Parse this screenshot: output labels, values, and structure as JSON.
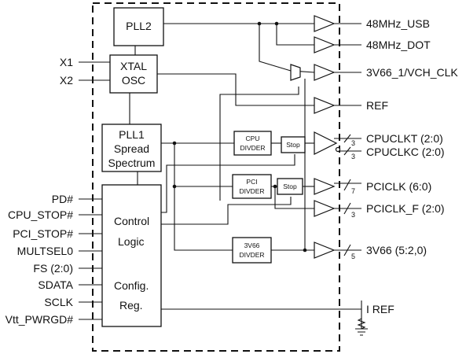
{
  "blocks": {
    "pll2": "PLL2",
    "xtal_line1": "XTAL",
    "xtal_line2": "OSC",
    "pll1_line1": "PLL1",
    "pll1_line2": "Spread",
    "pll1_line3": "Spectrum",
    "cpu_div_line1": "CPU",
    "cpu_div_line2": "DIVDER",
    "pci_div_line1": "PCI",
    "pci_div_line2": "DIVDER",
    "v66_div_line1": "3V66",
    "v66_div_line2": "DIVDER",
    "stop_cpu": "Stop",
    "stop_pci": "Stop",
    "control_line1": "Control",
    "control_line2": "Logic",
    "config_line1": "Config.",
    "config_line2": "Reg."
  },
  "inputs": [
    "X1",
    "X2",
    "PD#",
    "CPU_STOP#",
    "PCI_STOP#",
    "MULTSEL0",
    "FS (2:0)",
    "SDATA",
    "SCLK",
    "Vtt_PWRGD#"
  ],
  "outputs": {
    "usb": "48MHz_USB",
    "dot": "48MHz_DOT",
    "vch": "3V66_1/VCH_CLK",
    "ref": "REF",
    "cpuclkt": "CPUCLKT (2:0)",
    "cpuclkc": "CPUCLKC (2:0)",
    "pciclk": "PCICLK (6:0)",
    "pciclk_f": "PCICLK_F (2:0)",
    "v66": "3V66 (5:2,0)",
    "iref": "I REF"
  },
  "bus_widths": {
    "cpu_t": "3",
    "cpu_c": "3",
    "pci": "7",
    "pci_f": "3",
    "v66": "5"
  }
}
